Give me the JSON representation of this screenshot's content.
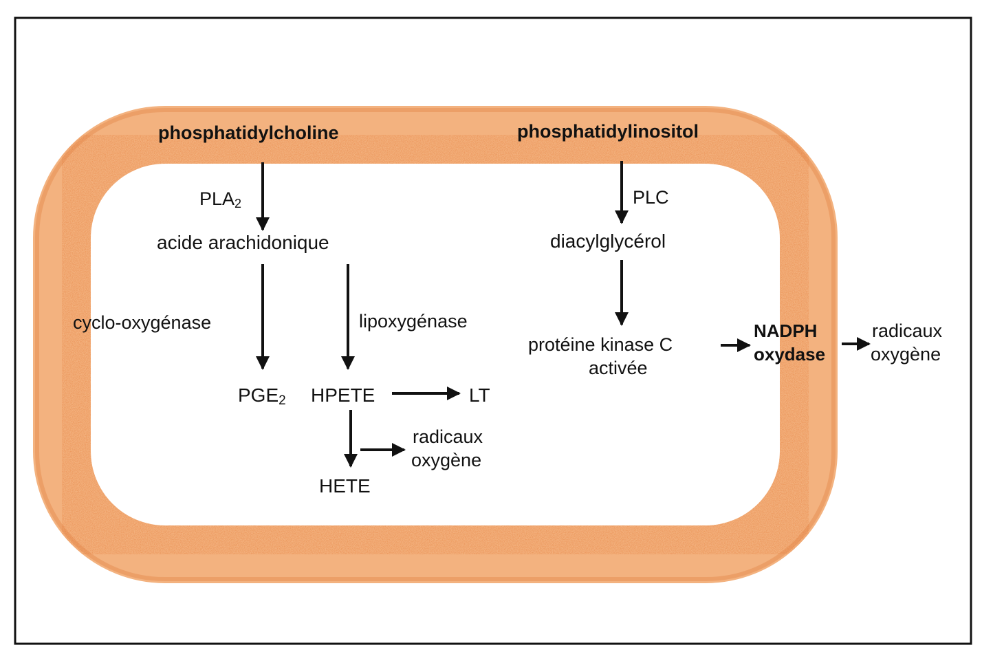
{
  "labels": {
    "phosphatidylcholine": "phosphatidylcholine",
    "phosphatidylinositol": "phosphatidylinositol",
    "pla2_main": "PLA",
    "pla2_sub": "2",
    "acide_arachidonique": "acide arachidonique",
    "cyclo_oxygenase": "cyclo-oxygénase",
    "lipoxygenase": "lipoxygénase",
    "pge2_main": "PGE",
    "pge2_sub": "2",
    "hpete": "HPETE",
    "lt": "LT",
    "radicaux_1": "radicaux",
    "oxygene_1": "oxygène",
    "hete": "HETE",
    "plc": "PLC",
    "diacylglycerol": "diacylglycérol",
    "proteine_kinase_c": "protéine kinase C",
    "activee": "activée",
    "nadph": "NADPH",
    "oxydase": "oxydase",
    "radicaux_2": "radicaux",
    "oxygene_2": "oxygène"
  },
  "colors": {
    "membrane_outer": "#e8894a",
    "membrane_light": "#f3b27f",
    "ink": "#111111",
    "frame": "#111111"
  }
}
